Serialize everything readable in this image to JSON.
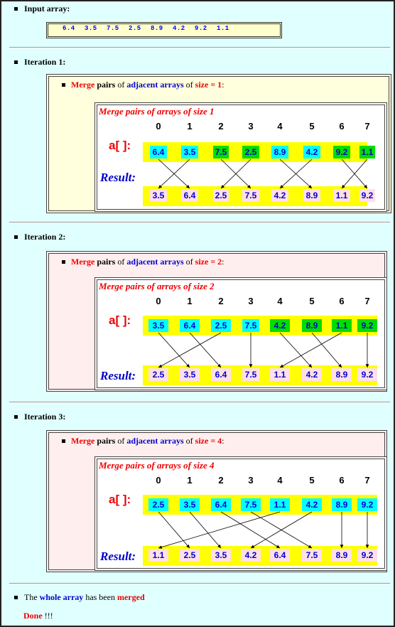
{
  "input": {
    "label": "Input array:",
    "values": [
      "6.4",
      "3.5",
      "7.5",
      "2.5",
      "8.9",
      "4.2",
      "9.2",
      "1.1"
    ]
  },
  "iterations": [
    {
      "label": "Iteration 1:",
      "desc": {
        "merge": "Merge",
        "pairs_of": "pairs",
        "of1": "of",
        "adjacent_arrays": "adjacent arrays",
        "of2": "of",
        "size": "size = 1",
        "colon": ":"
      },
      "title": "Merge pairs of arrays of size 1",
      "indices": [
        "0",
        "1",
        "2",
        "3",
        "4",
        "5",
        "6",
        "7"
      ],
      "a_label": "a[ ]:",
      "result_label": "Result:",
      "input_values": [
        "6.4",
        "3.5",
        "7.5",
        "2.5",
        "8.9",
        "4.2",
        "9.2",
        "1.1"
      ],
      "result_values": [
        "3.5",
        "6.4",
        "2.5",
        "7.5",
        "4.2",
        "8.9",
        "1.1",
        "9.2"
      ],
      "cell_colors": [
        "cyan",
        "cyan",
        "green",
        "green",
        "cyan",
        "cyan",
        "green",
        "green"
      ],
      "arrows": [
        [
          0,
          1
        ],
        [
          1,
          0
        ],
        [
          2,
          3
        ],
        [
          3,
          2
        ],
        [
          4,
          5
        ],
        [
          5,
          4
        ],
        [
          6,
          7
        ],
        [
          7,
          6
        ]
      ]
    },
    {
      "label": "Iteration 2:",
      "desc": {
        "merge": "Merge",
        "pairs_of": "pairs",
        "of1": "of",
        "adjacent_arrays": "adjacent arrays",
        "of2": "of",
        "size": "size = 2",
        "colon": ":"
      },
      "title": "Merge pairs of arrays of size 2",
      "indices": [
        "0",
        "1",
        "2",
        "3",
        "4",
        "5",
        "6",
        "7"
      ],
      "a_label": "a[ ]:",
      "result_label": "Result:",
      "input_values": [
        "3.5",
        "6.4",
        "2.5",
        "7.5",
        "4.2",
        "8.9",
        "1.1",
        "9.2"
      ],
      "result_values": [
        "2.5",
        "3.5",
        "6.4",
        "7.5",
        "1.1",
        "4.2",
        "8.9",
        "9.2"
      ],
      "cell_colors": [
        "cyan",
        "cyan",
        "cyan",
        "cyan",
        "green",
        "green",
        "green",
        "green"
      ],
      "arrows": [
        [
          0,
          1
        ],
        [
          1,
          2
        ],
        [
          2,
          0
        ],
        [
          3,
          3
        ],
        [
          4,
          5
        ],
        [
          5,
          6
        ],
        [
          6,
          4
        ],
        [
          7,
          7
        ]
      ]
    },
    {
      "label": "Iteration 3:",
      "desc": {
        "merge": "Merge",
        "pairs_of": "pairs",
        "of1": "of",
        "adjacent_arrays": "adjacent arrays",
        "of2": "of",
        "size": "size = 4",
        "colon": ":"
      },
      "title": "Merge pairs of arrays of size 4",
      "indices": [
        "0",
        "1",
        "2",
        "3",
        "4",
        "5",
        "6",
        "7"
      ],
      "a_label": "a[ ]:",
      "result_label": "Result:",
      "input_values": [
        "2.5",
        "3.5",
        "6.4",
        "7.5",
        "1.1",
        "4.2",
        "8.9",
        "9.2"
      ],
      "result_values": [
        "1.1",
        "2.5",
        "3.5",
        "4.2",
        "6.4",
        "7.5",
        "8.9",
        "9.2"
      ],
      "cell_colors": [
        "cyan",
        "cyan",
        "cyan",
        "cyan",
        "cyan",
        "cyan",
        "cyan",
        "cyan"
      ],
      "arrows": [
        [
          0,
          1
        ],
        [
          1,
          2
        ],
        [
          2,
          4
        ],
        [
          3,
          5
        ],
        [
          4,
          0
        ],
        [
          5,
          3
        ],
        [
          6,
          6
        ],
        [
          7,
          7
        ]
      ]
    }
  ],
  "final": {
    "the": "The",
    "whole_array": "whole array",
    "has_been": "has been",
    "merged": "merged"
  },
  "done": {
    "word": "Done",
    "bang": "!!!"
  }
}
